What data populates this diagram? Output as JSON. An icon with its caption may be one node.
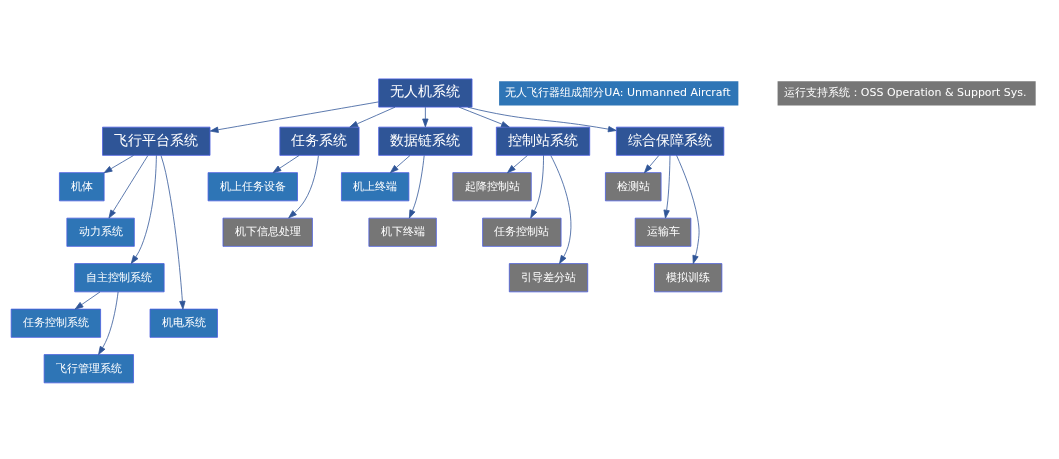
{
  "diagram": {
    "nodes": [
      {
        "text": [
          "无人机系统"
        ]
      },
      {
        "text": [
          "飞行平台系统"
        ]
      },
      {
        "text": [
          "任务系统"
        ]
      },
      {
        "text": [
          "数据链系统"
        ]
      },
      {
        "text": [
          "控制站系统"
        ]
      },
      {
        "text": [
          "综合保障系统"
        ]
      },
      {
        "text": [
          "机体"
        ]
      },
      {
        "text": [
          "动力系统"
        ]
      },
      {
        "text": [
          "自主控制系统"
        ]
      },
      {
        "text": [
          "机电系统"
        ]
      },
      {
        "text": [
          "机上任务设备"
        ]
      },
      {
        "text": [
          "机下信息处理"
        ]
      },
      {
        "text": [
          "任务控制系统"
        ]
      },
      {
        "text": [
          "飞行管理系统"
        ]
      },
      {
        "text": [
          "机上终端"
        ]
      },
      {
        "text": [
          "机下终端"
        ]
      },
      {
        "text": [
          "起降控制站"
        ]
      },
      {
        "text": [
          "任务控制站"
        ]
      },
      {
        "text": [
          "引导差分站"
        ]
      },
      {
        "text": [
          "检测站"
        ]
      },
      {
        "text": [
          "运输车"
        ]
      },
      {
        "text": [
          "模拟训练"
        ]
      }
    ],
    "edges": [
      {
        "from": 0,
        "to": 1,
        "arrow": "to"
      },
      {
        "from": 0,
        "to": 2,
        "arrow": "to"
      },
      {
        "from": 0,
        "to": 3,
        "arrow": "to"
      },
      {
        "from": 0,
        "to": 4,
        "arrow": "to"
      },
      {
        "from": 0,
        "to": 5,
        "arrow": "to"
      },
      {
        "from": 1,
        "to": 6,
        "arrow": "to"
      },
      {
        "from": 1,
        "to": 7,
        "arrow": "to"
      },
      {
        "from": 1,
        "to": 8,
        "arrow": "to"
      },
      {
        "from": 1,
        "to": 9,
        "arrow": "to"
      },
      {
        "from": 2,
        "to": 10,
        "arrow": "to"
      },
      {
        "from": 2,
        "to": 11,
        "arrow": "to"
      },
      {
        "from": 8,
        "to": 12,
        "arrow": "to"
      },
      {
        "from": 8,
        "to": 13,
        "arrow": "to"
      },
      {
        "from": 3,
        "to": 14,
        "arrow": "to"
      },
      {
        "from": 3,
        "to": 15,
        "arrow": "to"
      },
      {
        "from": 4,
        "to": 16,
        "arrow": "to"
      },
      {
        "from": 4,
        "to": 17,
        "arrow": "to"
      },
      {
        "from": 4,
        "to": 18,
        "arrow": "to"
      },
      {
        "from": 5,
        "to": 19,
        "arrow": "to"
      },
      {
        "from": 5,
        "to": 20,
        "arrow": "to"
      },
      {
        "from": 5,
        "to": 21,
        "arrow": "to"
      }
    ],
    "legend": [
      {
        "text": "无人飞行器组成部分UA: Unmanned Aircraft",
        "color": "#2e75b6"
      },
      {
        "text": "运行支持系统：OSS Operation & Support Sys.",
        "color": "#767676"
      }
    ]
  }
}
